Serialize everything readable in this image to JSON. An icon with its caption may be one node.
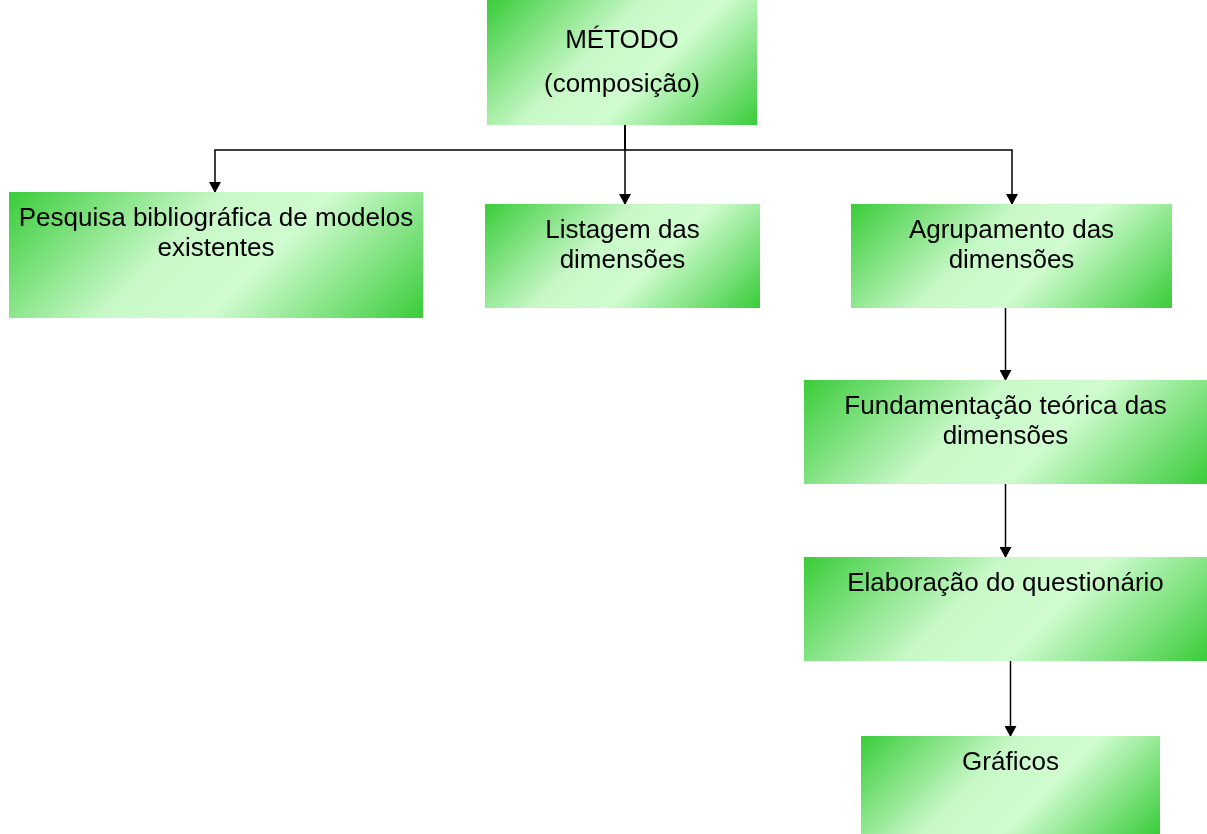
{
  "diagram": {
    "nodes": [
      {
        "text": [
          "MÉTODO",
          "(composição)"
        ]
      },
      {
        "text": [
          "Pesquisa bibliográfica de modelos existentes"
        ]
      },
      {
        "text": [
          "Listagem das dimensões"
        ]
      },
      {
        "text": [
          "Agrupamento das dimensões"
        ]
      },
      {
        "text": [
          "Fundamentação teórica das dimensões"
        ]
      },
      {
        "text": [
          "Elaboração do questionário"
        ]
      },
      {
        "text": [
          "Gráficos"
        ]
      }
    ],
    "edges": [
      {
        "from": 0,
        "to": 1,
        "arrow": "to"
      },
      {
        "from": 0,
        "to": 2,
        "arrow": "to"
      },
      {
        "from": 0,
        "to": 3,
        "arrow": "to"
      },
      {
        "from": 3,
        "to": 4,
        "arrow": "to"
      },
      {
        "from": 4,
        "to": 5,
        "arrow": "to"
      },
      {
        "from": 5,
        "to": 6,
        "arrow": "to"
      }
    ]
  }
}
